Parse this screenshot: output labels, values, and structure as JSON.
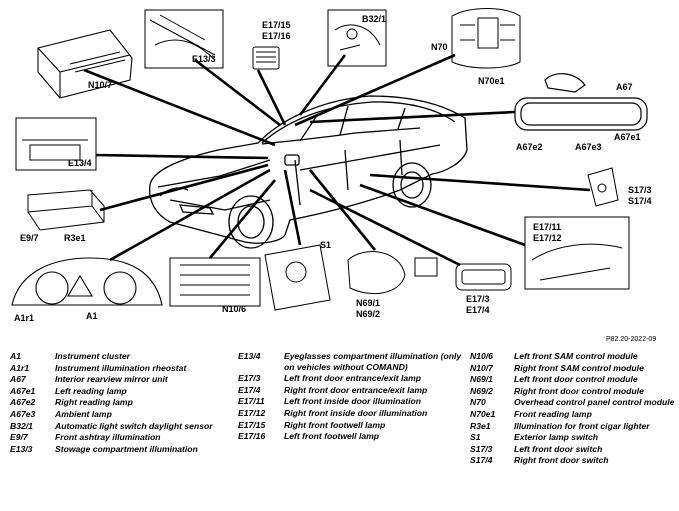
{
  "callouts": [
    {
      "name": "n10-7",
      "text": "N10/7"
    },
    {
      "name": "e13-3",
      "text": "E13/3"
    },
    {
      "name": "e17-15",
      "text": "E17/15"
    },
    {
      "name": "e17-16",
      "text": "E17/16"
    },
    {
      "name": "b32-1",
      "text": "B32/1"
    },
    {
      "name": "n70",
      "text": "N70"
    },
    {
      "name": "n70e1",
      "text": "N70e1"
    },
    {
      "name": "a67",
      "text": "A67"
    },
    {
      "name": "a67e1",
      "text": "A67e1"
    },
    {
      "name": "a67e2",
      "text": "A67e2"
    },
    {
      "name": "a67e3",
      "text": "A67e3"
    },
    {
      "name": "e13-4",
      "text": "E13/4"
    },
    {
      "name": "s17-3",
      "text": "S17/3"
    },
    {
      "name": "s17-4",
      "text": "S17/4"
    },
    {
      "name": "e9-7",
      "text": "E9/7"
    },
    {
      "name": "r3e1",
      "text": "R3e1"
    },
    {
      "name": "e17-11",
      "text": "E17/11"
    },
    {
      "name": "e17-12",
      "text": "E17/12"
    },
    {
      "name": "s1",
      "text": "S1"
    },
    {
      "name": "n69-1",
      "text": "N69/1"
    },
    {
      "name": "n69-2",
      "text": "N69/2"
    },
    {
      "name": "n10-6",
      "text": "N10/6"
    },
    {
      "name": "e17-3",
      "text": "E17/3"
    },
    {
      "name": "e17-4",
      "text": "E17/4"
    },
    {
      "name": "a1r1",
      "text": "A1r1"
    },
    {
      "name": "a1",
      "text": "A1"
    }
  ],
  "reference": "P82.20-2022-09",
  "legend": [
    [
      {
        "code": "A1",
        "desc": "Instrument cluster"
      },
      {
        "code": "A1r1",
        "desc": "Instrument illumination rheostat"
      },
      {
        "code": "A67",
        "desc": "Interior rearview mirror unit"
      },
      {
        "code": "A67e1",
        "desc": "Left reading lamp"
      },
      {
        "code": "A67e2",
        "desc": "Right reading lamp"
      },
      {
        "code": "A67e3",
        "desc": "Ambient lamp"
      },
      {
        "code": "B32/1",
        "desc": "Automatic light switch daylight sensor"
      },
      {
        "code": "E9/7",
        "desc": "Front ashtray illumination"
      },
      {
        "code": "E13/3",
        "desc": "Stowage compartment illumination"
      }
    ],
    [
      {
        "code": "E13/4",
        "desc": "Eyeglasses compartment illumination (only on vehicles without COMAND)"
      },
      {
        "code": "E17/3",
        "desc": "Left front door entrance/exit lamp"
      },
      {
        "code": "E17/4",
        "desc": "Right front door entrance/exit lamp"
      },
      {
        "code": "E17/11",
        "desc": "Left front inside door illumination"
      },
      {
        "code": "E17/12",
        "desc": "Right front inside door illumination"
      },
      {
        "code": "E17/15",
        "desc": "Right front footwell lamp"
      },
      {
        "code": "E17/16",
        "desc": "Left front footwell lamp"
      }
    ],
    [
      {
        "code": "N10/6",
        "desc": "Left front SAM control module"
      },
      {
        "code": "N10/7",
        "desc": "Right front SAM control module"
      },
      {
        "code": "N69/1",
        "desc": "Left front door control module"
      },
      {
        "code": "N69/2",
        "desc": "Right front door control module"
      },
      {
        "code": "N70",
        "desc": "Overhead control panel control module"
      },
      {
        "code": "N70e1",
        "desc": "Front reading lamp"
      },
      {
        "code": "R3e1",
        "desc": "Illumination for front cigar lighter"
      },
      {
        "code": "S1",
        "desc": "Exterior lamp switch"
      },
      {
        "code": "S17/3",
        "desc": "Left front door switch"
      },
      {
        "code": "S17/4",
        "desc": "Right front door switch"
      }
    ]
  ]
}
